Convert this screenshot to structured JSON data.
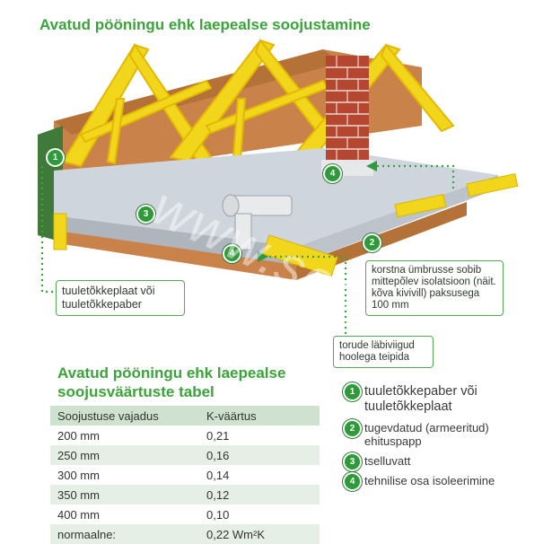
{
  "title": "Avatud pööningu ehk laepealse soojustamine",
  "callouts": {
    "c1": "tuuletõkkeplaat või tuuletõkkepaber",
    "c2": "korstna ümbrusse sobib mittepõlev isolatsioon (näit. kõva kivivill) paksusega 100 mm",
    "c3": "torude läbiviigud hoolega teipida"
  },
  "markers": [
    "1",
    "2",
    "3",
    "4"
  ],
  "table": {
    "title_line1": "Avatud pööningu ehk laepealse",
    "title_line2": "soojusväärtuste tabel",
    "headers": [
      "Soojustuse vajadus",
      "K-väärtus"
    ],
    "rows": [
      [
        "200 mm",
        "0,21"
      ],
      [
        "250 mm",
        "0,16"
      ],
      [
        "300 mm",
        "0,14"
      ],
      [
        "350 mm",
        "0,12"
      ],
      [
        "400 mm",
        "0,10"
      ],
      [
        "normaalne:",
        "0,22 Wm²K"
      ]
    ]
  },
  "legend": [
    {
      "num": "1",
      "text": "tuuletõkkepaber või tuuletõkkeplaat"
    },
    {
      "num": "2",
      "text": "tugevdatud (armeeritud) ehituspapp"
    },
    {
      "num": "3",
      "text": "tselluvatt"
    },
    {
      "num": "4",
      "text": "tehnilise osa isoleerimine"
    }
  ],
  "watermark": "www.soojustus.ee",
  "colors": {
    "accent": "#3aa43a",
    "marker": "#2f9a3a",
    "timber": "#f2d61c",
    "insulation": "#c9cfd6",
    "brick": "#b5462f",
    "board": "#c9834a"
  }
}
